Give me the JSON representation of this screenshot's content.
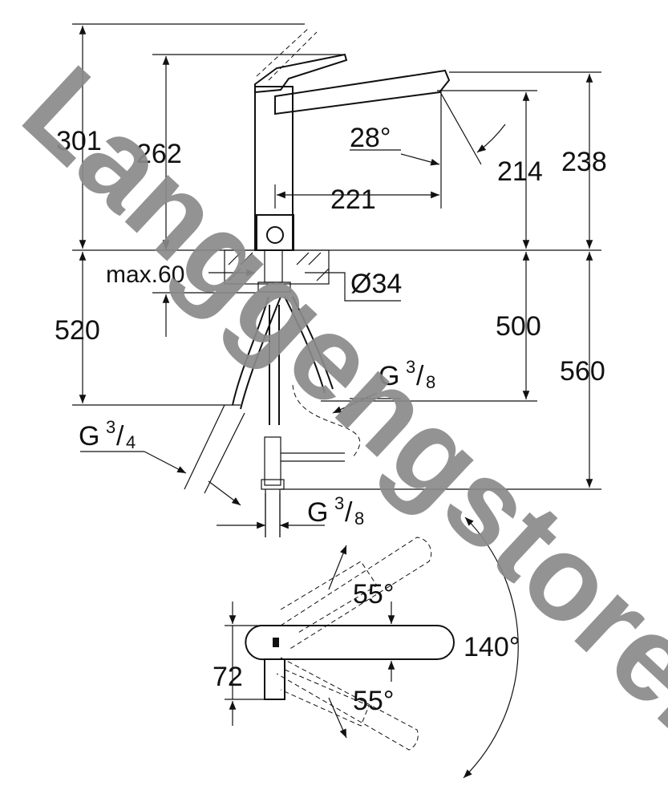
{
  "watermark": "Langgengstore.id",
  "dimensions": {
    "total_height": "301",
    "spout_base_height": "262",
    "spout_angle": "28°",
    "spout_reach": "221",
    "outlet_height": "214",
    "spout_top_height": "238",
    "max_counter_thickness": "max.60",
    "hole_diameter": "Ø34",
    "hose_length_left": "520",
    "hose_length_mid": "500",
    "hose_length_right": "560",
    "handle_width": "72",
    "handle_angle_up": "55°",
    "handle_angle_down": "55°",
    "handle_total_angle": "140°"
  },
  "connections": {
    "right": {
      "prefix": "G",
      "num": "3",
      "den": "8"
    },
    "left": {
      "prefix": "G",
      "num": "3",
      "den": "4"
    },
    "bottom": {
      "prefix": "G",
      "num": "3",
      "den": "8"
    }
  }
}
